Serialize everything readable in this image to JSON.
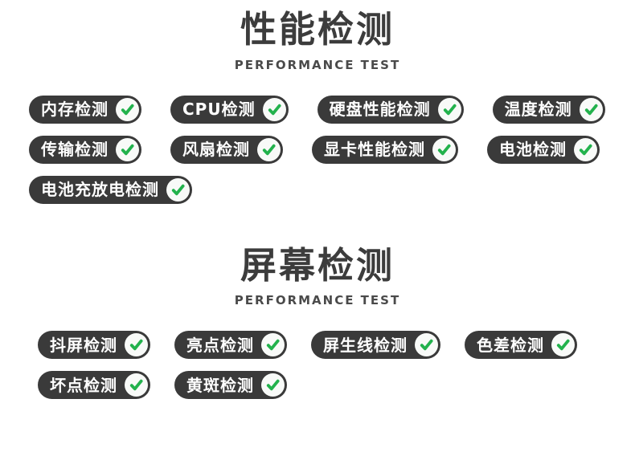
{
  "sections": [
    {
      "title": "性能检测",
      "subtitle": "PERFORMANCE TEST",
      "rows": [
        [
          "内存检测",
          "CPU检测",
          "硬盘性能检测",
          "温度检测"
        ],
        [
          "传输检测",
          "风扇检测",
          "显卡性能检测",
          "电池检测"
        ],
        [
          "电池充放电检测"
        ]
      ]
    },
    {
      "title": "屏幕检测",
      "subtitle": "PERFORMANCE TEST",
      "rows": [
        [
          "抖屏检测",
          "亮点检测",
          "屏生线检测",
          "色差检测"
        ],
        [
          "坏点检测",
          "黄斑检测"
        ]
      ]
    }
  ],
  "icons": {
    "badge_icon": "check-icon"
  },
  "colors": {
    "page_bg": "#ffffff",
    "title": "#3c3c3c",
    "subtitle": "#4a4a4a",
    "pill_bg": "#3a3a3a",
    "pill_text": "#ffffff",
    "check_circle_bg": "#f8faf8",
    "check_green": "#22b24c"
  }
}
